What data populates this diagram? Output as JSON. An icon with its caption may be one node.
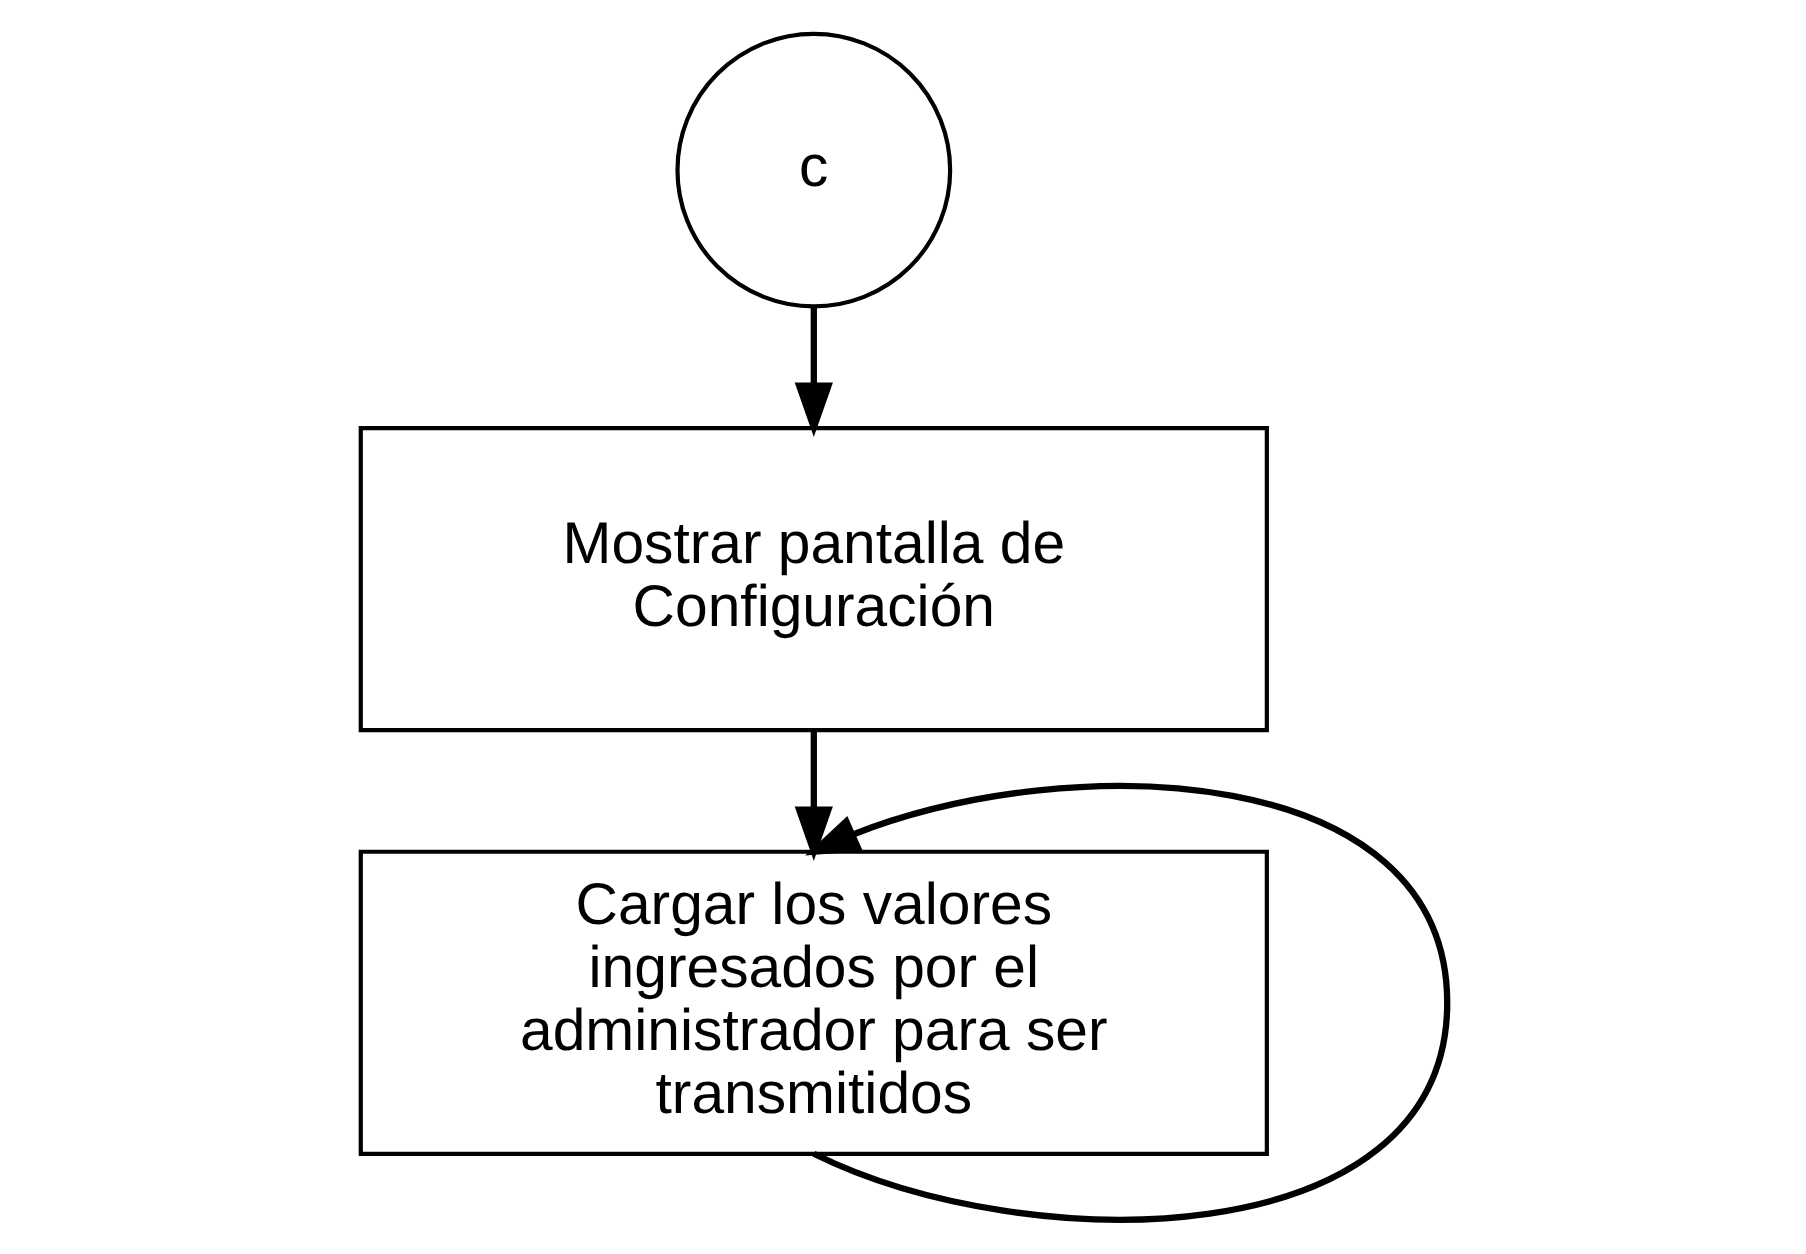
{
  "diagram": {
    "nodes": [
      {
        "text": [
          "c"
        ]
      },
      {
        "text": [
          "Mostrar pantalla de Configuración"
        ]
      },
      {
        "text": [
          "Cargar los valores ingresados por el administrador para ser transmitidos"
        ]
      }
    ],
    "edges": [
      {
        "from": 0,
        "to": 1,
        "arrow": "to"
      },
      {
        "from": 1,
        "to": 2,
        "arrow": "to"
      },
      {
        "from": 2,
        "to": 2,
        "arrow": "to"
      }
    ]
  }
}
